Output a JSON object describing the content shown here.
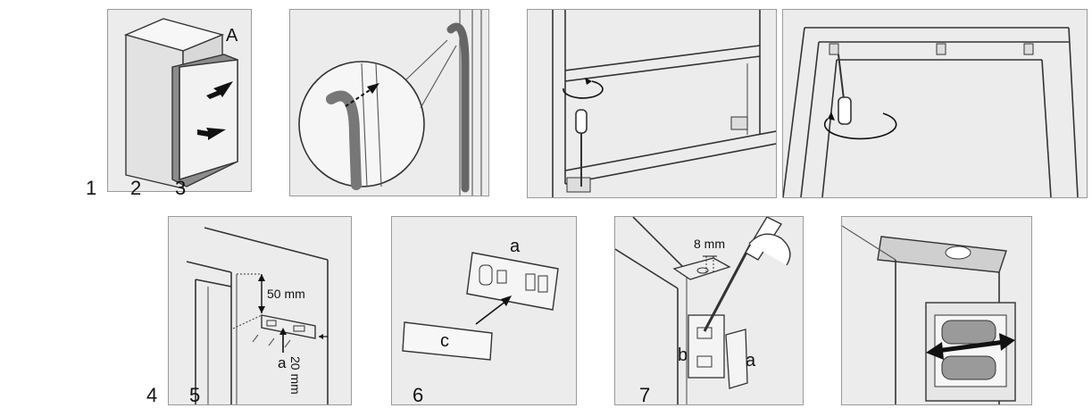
{
  "step_numbers": [
    "1",
    "2",
    "3",
    "4",
    "5",
    "6",
    "7"
  ],
  "labels": {
    "panel1_letter": "A",
    "panel5_dimension_top": "50 mm",
    "panel5_dimension_side": "20 mm",
    "panel5_part": "a",
    "panel6_part_a": "a",
    "panel6_part_c": "c",
    "panel7_dimension": "8 mm",
    "panel7_part_b": "b",
    "panel7_part_a": "a"
  },
  "icons": [
    "arrow-icon",
    "rotate-arrow-icon",
    "screwdriver-icon",
    "double-arrow-icon"
  ],
  "colors": {
    "panel_bg": "#ececec",
    "panel_border": "#9a9a9a",
    "line": "#333333"
  }
}
